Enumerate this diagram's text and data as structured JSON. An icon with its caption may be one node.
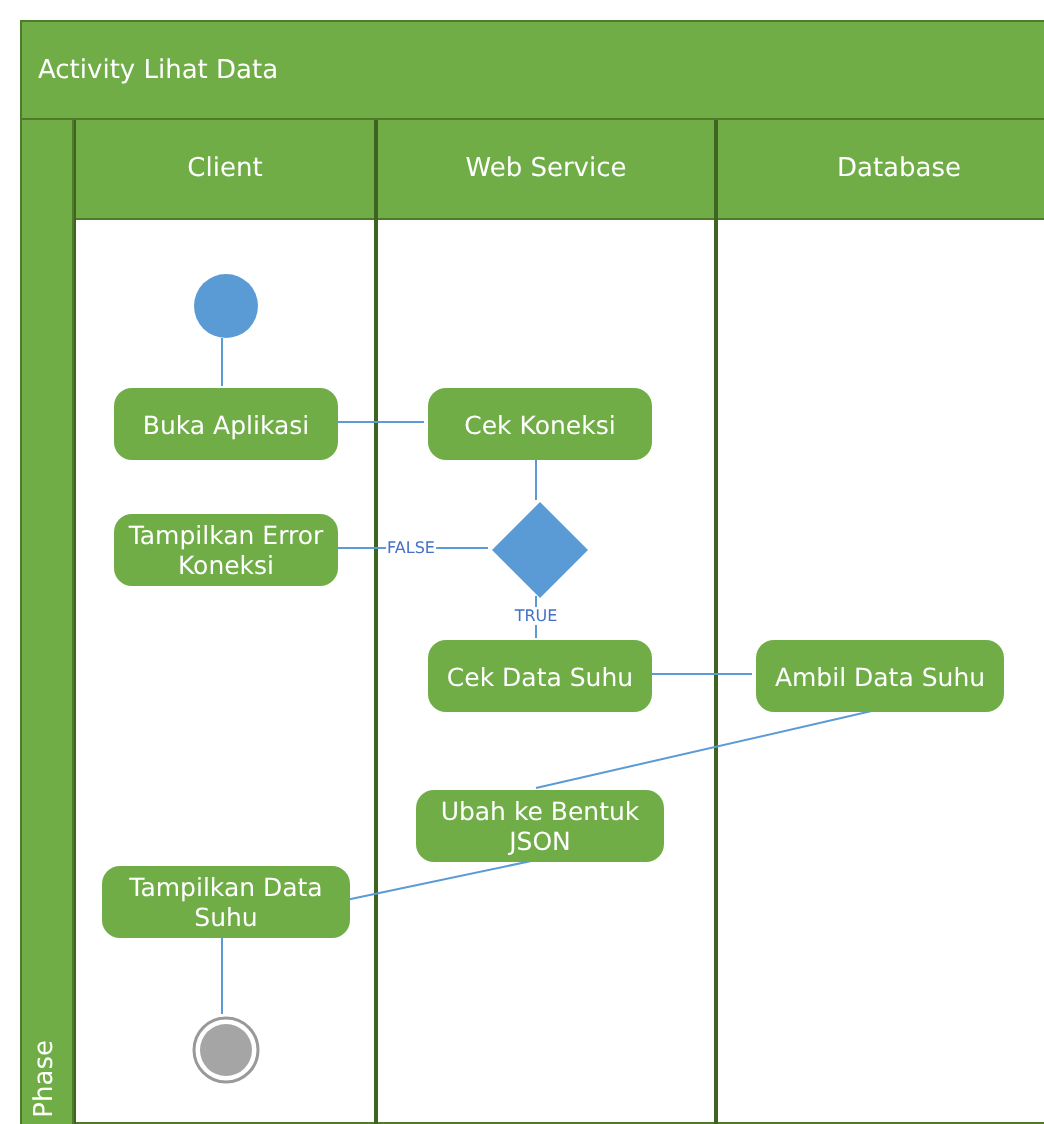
{
  "diagram": {
    "nodes": [
      {
        "text": [
          "Activity Lihat Data"
        ]
      },
      {
        "text": [
          "Client"
        ],
        "in": 0
      },
      {
        "text": [
          "Web Service"
        ],
        "in": 0
      },
      {
        "text": [
          "Database"
        ],
        "in": 0
      },
      {
        "text": [
          "Phase"
        ],
        "in": 0
      },
      {
        "text": [],
        "shape": "circle",
        "in": 1
      },
      {
        "text": [
          "Buka Aplikasi"
        ],
        "in": 1
      },
      {
        "text": [
          "Cek Koneksi"
        ],
        "in": 2
      },
      {
        "text": [],
        "shape": "diamond",
        "in": 2
      },
      {
        "text": [
          "Tampilkan Error Koneksi"
        ],
        "in": 1
      },
      {
        "text": [
          "Cek Data Suhu"
        ],
        "in": 2
      },
      {
        "text": [
          "Ambil Data Suhu"
        ],
        "in": 3
      },
      {
        "text": [
          "Ubah ke Bentuk JSON"
        ],
        "in": 2
      },
      {
        "text": [
          "Tampilkan Data Suhu"
        ],
        "in": 1
      },
      {
        "text": [],
        "shape": "circle",
        "in": 1
      }
    ],
    "edges": [
      {
        "from": 5,
        "to": 6,
        "arrow": "none"
      },
      {
        "from": 6,
        "to": 7,
        "arrow": "none"
      },
      {
        "from": 7,
        "to": 8,
        "arrow": "none"
      },
      {
        "from": 8,
        "to": 9,
        "arrow": "none",
        "label": "FALSE"
      },
      {
        "from": 8,
        "to": 10,
        "arrow": "none",
        "label": "TRUE"
      },
      {
        "from": 10,
        "to": 11,
        "arrow": "none"
      },
      {
        "from": 11,
        "to": 12,
        "arrow": "none"
      },
      {
        "from": 12,
        "to": 13,
        "arrow": "none"
      },
      {
        "from": 13,
        "to": 14,
        "arrow": "none"
      }
    ]
  }
}
